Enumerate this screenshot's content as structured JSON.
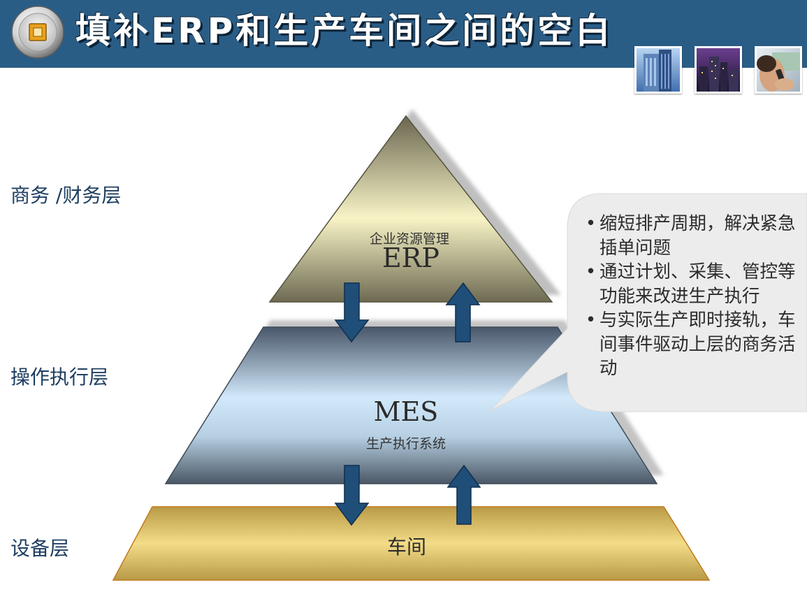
{
  "header": {
    "title": "填补ERP和生产车间之间的空白",
    "photos": [
      "building-photo",
      "city-night-photo",
      "phone-person-photo"
    ]
  },
  "layers": {
    "business": "商务 /财务层",
    "operations": "操作执行层",
    "equipment": "设备层"
  },
  "pyramid": {
    "erp_sub": "企业资源管理",
    "erp": "ERP",
    "mes": "MES",
    "mes_sub": "生产执行系统",
    "workshop": "车间"
  },
  "callout": {
    "bullets": [
      "缩短排产周期，解决紧急插单问题",
      "通过计划、采集、管控等功能来改进生产执行",
      "与实际生产即时接轨，车间事件驱动上层的商务活动"
    ],
    "bullet_chars": [
      "•",
      "•",
      "•"
    ]
  },
  "colors": {
    "header": "#2a5d86",
    "label_text": "#1f3f62",
    "arrow": "#1f4e79",
    "erp_fill_top": "#6e6a4e",
    "erp_fill_mid": "#fbf7c8",
    "mes_fill_mid": "#cfe7fa",
    "mes_fill_edge": "#4a5866",
    "workshop_fill": "#e6c25e"
  }
}
